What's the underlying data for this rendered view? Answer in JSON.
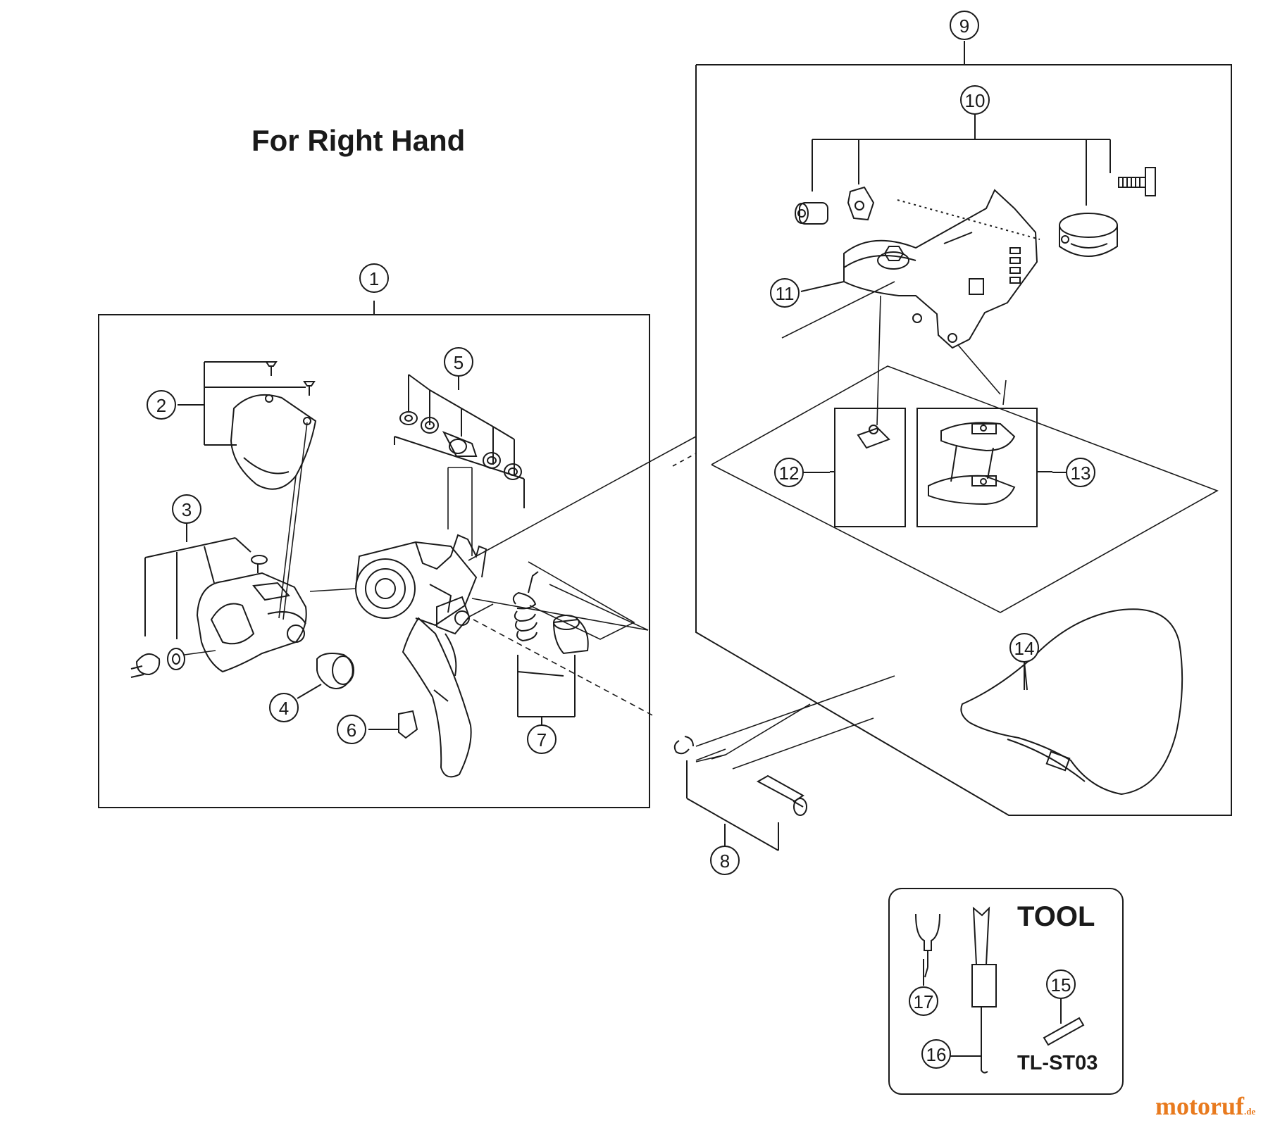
{
  "title": "For Right Hand",
  "tool_label": "TOOL",
  "tool_code": "TL-ST03",
  "brand": {
    "name": "motoruf",
    "tld": ".de"
  },
  "callouts": {
    "c1": "1",
    "c2": "2",
    "c3": "3",
    "c4": "4",
    "c5": "5",
    "c6": "6",
    "c7": "7",
    "c8": "8",
    "c9": "9",
    "c10": "10",
    "c11": "11",
    "c12": "12",
    "c13": "13",
    "c14": "14",
    "c15": "15",
    "c16": "16",
    "c17": "17"
  }
}
